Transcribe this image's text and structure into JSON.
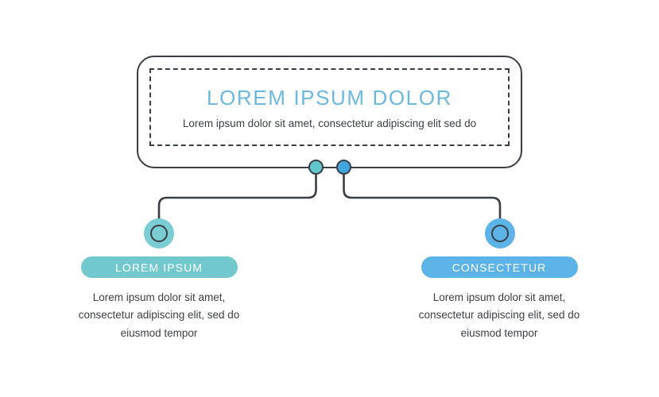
{
  "colors": {
    "stroke": "#3a3f45",
    "title_blue": "#6bb8e0",
    "teal": "#72c9cd",
    "blue": "#5cb3e8",
    "node_teal": "#63c8ce",
    "node_blue": "#42a5e0",
    "body_text": "#3c4146",
    "background": "#ffffff"
  },
  "main": {
    "title": "LOREM IPSUM DOLOR",
    "subtitle": "Lorem ipsum dolor sit amet, consectetur adipiscing elit sed do"
  },
  "branches": [
    {
      "label": "LOREM IPSUM",
      "body": "Lorem ipsum dolor sit amet, consectetur  adipiscing  elit, sed do eiusmod tempor",
      "color": "#72c9cd",
      "node_color": "#7acdd2"
    },
    {
      "label": "CONSECTETUR",
      "body": "Lorem ipsum dolor sit amet, consectetur  adipiscing  elit, sed do eiusmod tempor",
      "color": "#5cb3e8",
      "node_color": "#5cb3e8"
    }
  ]
}
